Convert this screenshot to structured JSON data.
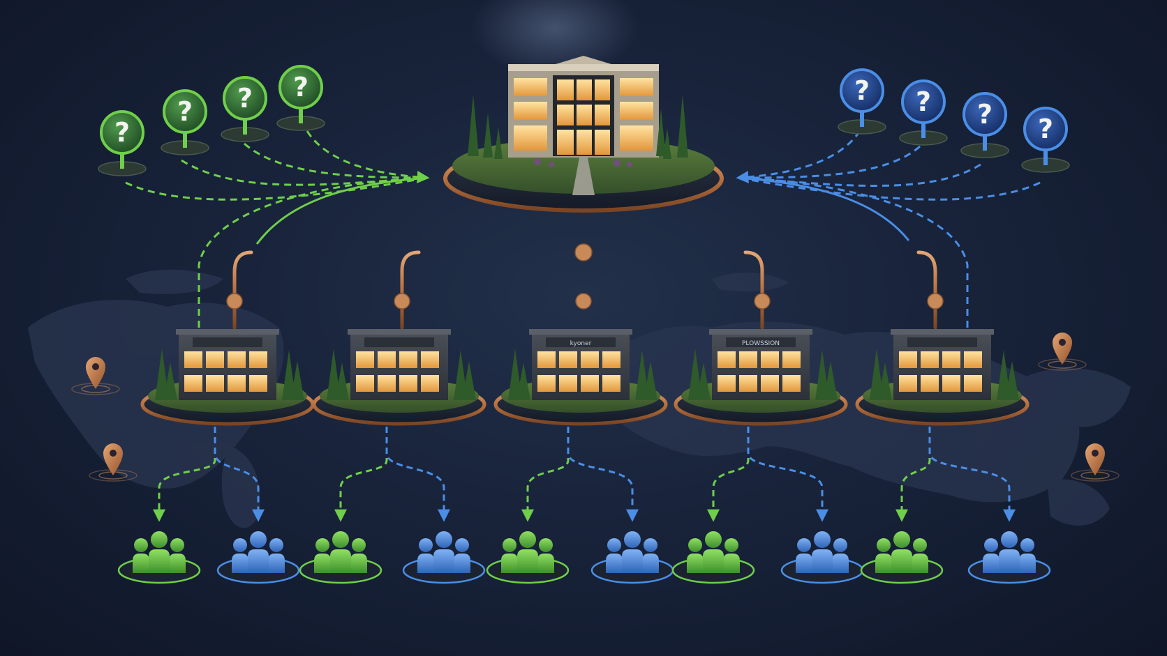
{
  "scene": {
    "type": "hub-and-spoke organization diagram",
    "background": "#18233a",
    "accents": {
      "copper": "#c98a5a",
      "green": "#6fcf4a",
      "blue": "#4a8ee6",
      "green_pin": "#2f6b35",
      "blue_pin": "#1f3f82",
      "window_light": "#f5c56a"
    }
  },
  "headquarters": {
    "icon": "headquarters-building-icon"
  },
  "question_pins": {
    "icon": "question-mark",
    "glyph": "?",
    "green": [
      {
        "label": "?"
      },
      {
        "label": "?"
      },
      {
        "label": "?"
      },
      {
        "label": "?"
      }
    ],
    "blue": [
      {
        "label": "?"
      },
      {
        "label": "?"
      },
      {
        "label": "?"
      },
      {
        "label": "?"
      }
    ]
  },
  "branches": [
    {
      "sign": "",
      "icon": "branch-office-icon"
    },
    {
      "sign": "",
      "icon": "branch-office-icon"
    },
    {
      "sign": "kyoner",
      "icon": "branch-office-icon"
    },
    {
      "sign": "PLOWSSION",
      "icon": "branch-office-icon"
    },
    {
      "sign": "",
      "icon": "branch-office-icon"
    }
  ],
  "user_groups": {
    "icon": "user-group-icon",
    "per_branch": [
      "green",
      "blue"
    ]
  },
  "location_markers": {
    "icon": "map-pin-icon",
    "count": 4
  },
  "world_map": {
    "icon": "world-map-icon"
  }
}
